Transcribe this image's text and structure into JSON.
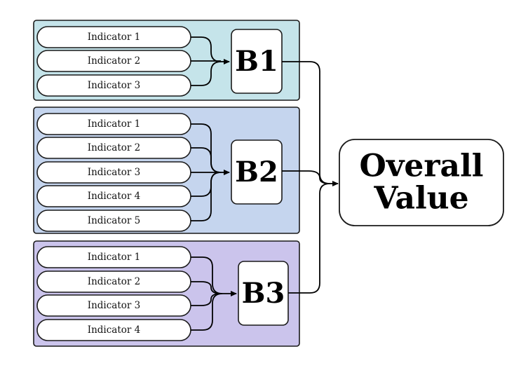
{
  "colors": {
    "b1_background": "#c5e4ea",
    "b2_background": "#c5d5ee",
    "b3_background": "#cbc4ec",
    "line": "#000000"
  },
  "groups": [
    {
      "label": "B1",
      "indicators": [
        "Indicator 1",
        "Indicator 2",
        "Indicator 3"
      ]
    },
    {
      "label": "B2",
      "indicators": [
        "Indicator 1",
        "Indicator 2",
        "Indicator 3",
        "Indicator 4",
        "Indicator 5"
      ]
    },
    {
      "label": "B3",
      "indicators": [
        "Indicator 1",
        "Indicator 2",
        "Indicator 3",
        "Indicator 4"
      ]
    }
  ],
  "overall": {
    "line1": "Overall",
    "line2": "Value"
  }
}
